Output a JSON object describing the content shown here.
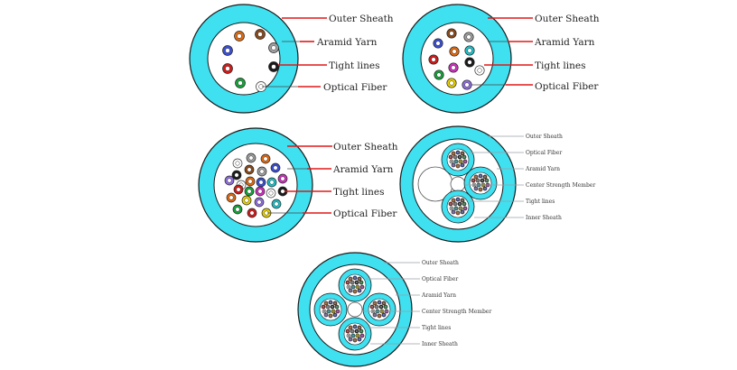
{
  "colors": {
    "sheath": "#3fe0f0",
    "sheath_stroke": "#1a1a1a",
    "leader_red": "#e01818",
    "leader_gray": "#9aa0a6",
    "fiber_palette": [
      "#e06a10",
      "#3b4fd6",
      "#8a4a1a",
      "#d41a1a",
      "#a0a0a0",
      "#1a1a1a",
      "#16a43a",
      "#ffffff",
      "#20c0c8",
      "#e8d000",
      "#d030c0",
      "#9070e0"
    ]
  },
  "diagram_1": {
    "labels": {
      "outer_sheath": "Outer Sheath",
      "aramid_yarn": "Aramid Yarn",
      "tight_lines": "Tight lines",
      "optical_fiber": "Optical Fiber"
    }
  },
  "diagram_2": {
    "labels": {
      "outer_sheath": "Outer Sheath",
      "aramid_yarn": "Aramid Yarn",
      "tight_lines": "Tight lines",
      "optical_fiber": "Optical Fiber"
    }
  },
  "diagram_3": {
    "labels": {
      "outer_sheath": "Outer Sheath",
      "aramid_yarn": "Aramid Yarn",
      "tight_lines": "Tight lines",
      "optical_fiber": "Optical Fiber"
    }
  },
  "diagram_4": {
    "labels": {
      "outer_sheath": "Outer Sheath",
      "optical_fiber": "Optical Fiber",
      "aramid_yarn": "Aramid Yarn",
      "center_strength_member": "Center Strength Member",
      "tight_lines": "Tight lines",
      "inner_sheath": "Inner Sheath"
    }
  },
  "diagram_5": {
    "labels": {
      "outer_sheath": "Outer Sheath",
      "optical_fiber": "Optical Fiber",
      "aramid_yarn": "Aramid Yarn",
      "center_strength_member": "Center Strength Member",
      "tight_lines": "Tight lines",
      "inner_sheath": "Inner Sheath"
    }
  }
}
